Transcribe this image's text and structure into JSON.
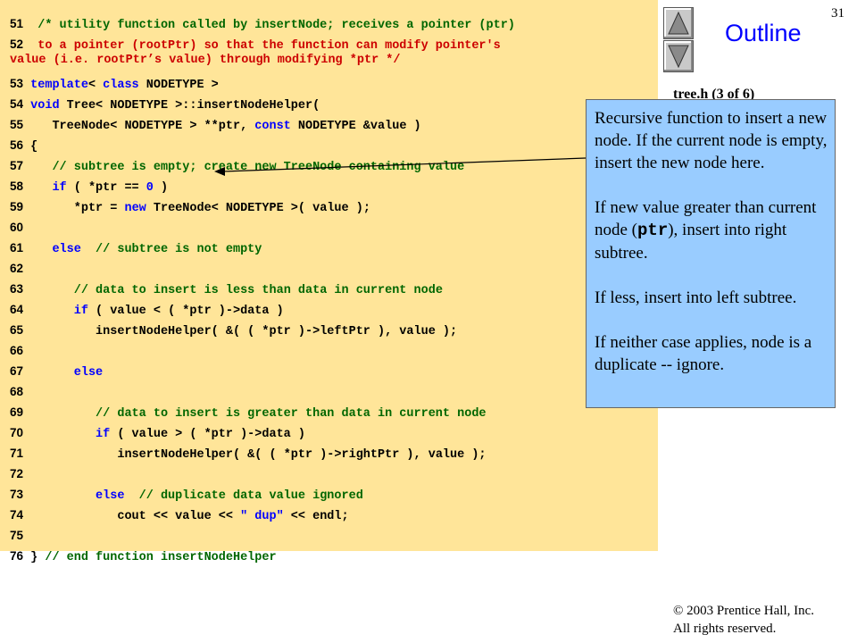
{
  "slide": {
    "page_number": "31",
    "outline_title": "Outline",
    "file_label": "tree.h (3 of 6)",
    "copyright_line1": "© 2003 Prentice Hall, Inc.",
    "copyright_line2": "All rights reserved.",
    "nav": {
      "up_icon": "triangle-up-icon",
      "down_icon": "triangle-down-icon"
    }
  },
  "code": {
    "line_numbers": [
      "51",
      "52",
      "53",
      "54",
      "55",
      "56",
      "57",
      "58",
      "59",
      "60",
      "61",
      "62",
      "63",
      "64",
      "65",
      "66",
      "67",
      "68",
      "69",
      "70",
      "71",
      "72",
      "73",
      "74",
      "75",
      "76"
    ],
    "l51": "/* utility function called by insertNode; receives a pointer (ptr)",
    "l52": "to a pointer (rootPtr) so that the function can modify pointer's",
    "l52b": "value (i.e. rootPtr’s value) through modifying *ptr */",
    "l53_kw": "template",
    "l53_a": "< ",
    "l53_kw2": "class",
    "l53_b": " NODETYPE >",
    "l54_kw": "void",
    "l54_a": " Tree< NODETYPE >::insertNodeHelper(",
    "l55_a": "TreeNode< NODETYPE > **ptr, ",
    "l55_kw": "const",
    "l55_b": " NODETYPE &value )",
    "l56": "{",
    "l57": "// subtree is empty; create new TreeNode containing value",
    "l58_kw": "if",
    "l58_a": " ( *ptr == ",
    "l58_num": "0",
    "l58_b": " )",
    "l59_a": "*ptr = ",
    "l59_kw": "new",
    "l59_b": " TreeNode< NODETYPE >( value );",
    "l61_kw": "else",
    "l61_c": "// subtree is not empty",
    "l63": "// data to insert is less than data in current node",
    "l64_kw": "if",
    "l64_a": " ( value < ( *ptr )->data )",
    "l65": "insertNodeHelper( &( ( *ptr )->leftPtr ), value );",
    "l67_kw": "else",
    "l69": "// data to insert is greater than data in current node",
    "l70_kw": "if",
    "l70_a": " ( value > ( *ptr )->data )",
    "l71": "insertNodeHelper( &( ( *ptr )->rightPtr ), value );",
    "l73_kw": "else",
    "l73_c": "// duplicate data value ignored",
    "l74_a": "cout << value << ",
    "l74_s": "\" dup\"",
    "l74_b": " << endl;",
    "l76_a": "} ",
    "l76_c": "// end function insertNodeHelper"
  },
  "callout": {
    "p1": "Recursive function to insert a new node. If the current node is empty, insert the new node here.",
    "p2_a": "If new value greater than current node (",
    "p2_code": "ptr",
    "p2_b": "), insert into right subtree.",
    "p3": "If less, insert into left subtree.",
    "p4": "If neither case applies, node is a duplicate -- ignore."
  }
}
